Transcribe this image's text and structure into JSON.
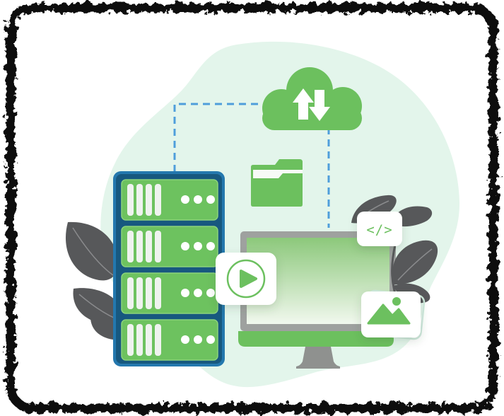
{
  "illustration": {
    "code_card": {
      "label": "</>"
    },
    "server_rack": {
      "unit_count": 4,
      "vent_bars_per_unit": 4,
      "led_dots_per_unit": 3
    },
    "icons": [
      "cloud-sync-icon",
      "upload-arrow-icon",
      "download-arrow-icon",
      "folder-icon",
      "play-icon",
      "code-icon",
      "image-icon",
      "leaf-icon"
    ]
  },
  "colors": {
    "green": "#6CC05E",
    "green_unit": "#6DC25F",
    "green_unit_stroke": "#8BD37B",
    "screen_top": "#8CC87B",
    "screen_bottom": "#F1F8EE",
    "mint": "#E3F5EB",
    "frame_outer_blue": "#2478AE",
    "frame_inner_blue": "#17587F",
    "dash_blue": "#4F9EDB",
    "leaf_gray": "#57585A",
    "leaf_vein": "#8A8B8D",
    "bezel_gray": "#9EA19F",
    "stand_gray": "#8F918F",
    "bar_white": "#EFF3EF",
    "dot_white": "#FFFFFF",
    "card_white": "#FFFFFF",
    "folder_label_white": "#F7FAF7",
    "ghost_stroke": "#CFE9DD",
    "border_black": "#0B0B0B"
  }
}
